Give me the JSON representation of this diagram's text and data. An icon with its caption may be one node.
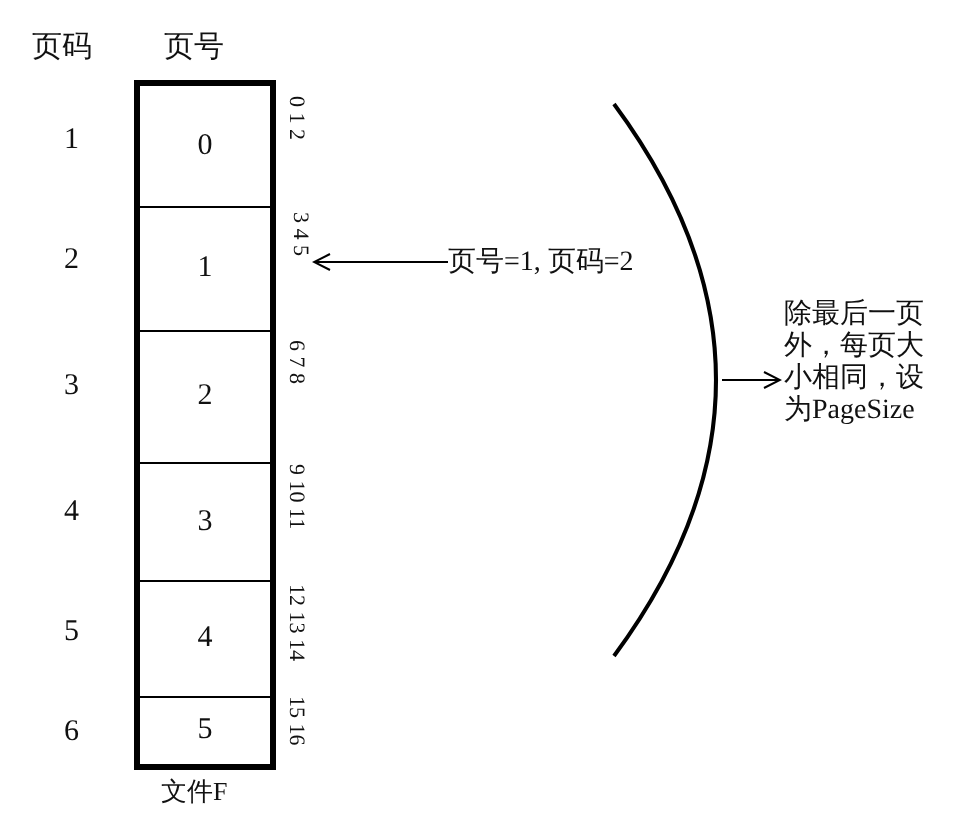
{
  "diagram": {
    "nodes": [
      {
        "text": [],
        "shape": "box",
        "beside": [
          "文件F"
        ]
      },
      {
        "text": [
          "0"
        ],
        "in": 0
      },
      {
        "text": [
          "1"
        ],
        "in": 0
      },
      {
        "text": [
          "2"
        ],
        "in": 0
      },
      {
        "text": [
          "3"
        ],
        "in": 0
      },
      {
        "text": [
          "4"
        ],
        "in": 0
      },
      {
        "text": [
          "5"
        ],
        "in": 0
      },
      {
        "text": [
          "3 4 5"
        ]
      },
      {
        "text": [
          "页号=1, 页码=2"
        ]
      },
      {
        "text": [],
        "shape": "arc"
      },
      {
        "text": [
          "除最后一页外，每页大小相同，设为PageSize"
        ]
      }
    ],
    "edges": [
      {
        "from": 8,
        "to": 7,
        "arrow": "to"
      },
      {
        "from": 9,
        "to": 10,
        "arrow": "to"
      }
    ],
    "labels": [
      "页码",
      "页号",
      "1",
      "0 1 2",
      "2",
      "3",
      "6 7 8",
      "4",
      "9 10 11",
      "5",
      "12 13 14",
      "6",
      "15 16"
    ]
  }
}
